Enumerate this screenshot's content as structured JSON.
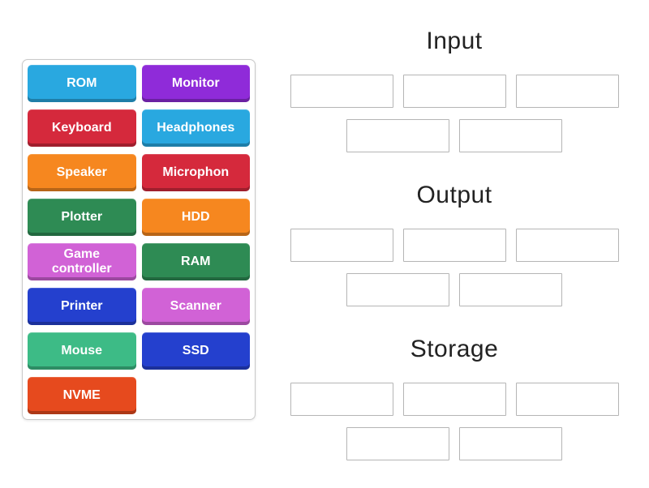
{
  "activity": {
    "type_label": "group-sort",
    "background_color": "#ffffff"
  },
  "tile_panel": {
    "border_color": "#c9c9c9",
    "tiles": [
      {
        "label": "ROM",
        "color": "#29a8e0"
      },
      {
        "label": "Monitor",
        "color": "#8f2bd9"
      },
      {
        "label": "Keyboard",
        "color": "#d5293c"
      },
      {
        "label": "Headphones",
        "color": "#29a8e0"
      },
      {
        "label": "Speaker",
        "color": "#f6871f"
      },
      {
        "label": "Microphon",
        "color": "#d5293c"
      },
      {
        "label": "Plotter",
        "color": "#2e8b54"
      },
      {
        "label": "HDD",
        "color": "#f6871f"
      },
      {
        "label": "Game controller",
        "color": "#d162d6"
      },
      {
        "label": "RAM",
        "color": "#2e8b54"
      },
      {
        "label": "Printer",
        "color": "#2440ce"
      },
      {
        "label": "Scanner",
        "color": "#d162d6"
      },
      {
        "label": "Mouse",
        "color": "#3dbb86"
      },
      {
        "label": "SSD",
        "color": "#2440ce"
      },
      {
        "label": "NVME",
        "color": "#e64a1e"
      }
    ]
  },
  "groups": {
    "title_color": "#222222",
    "slot_border_color": "#b5b5b5",
    "items": [
      {
        "title": "Input",
        "slot_count": 5
      },
      {
        "title": "Output",
        "slot_count": 5
      },
      {
        "title": "Storage",
        "slot_count": 5
      }
    ]
  }
}
